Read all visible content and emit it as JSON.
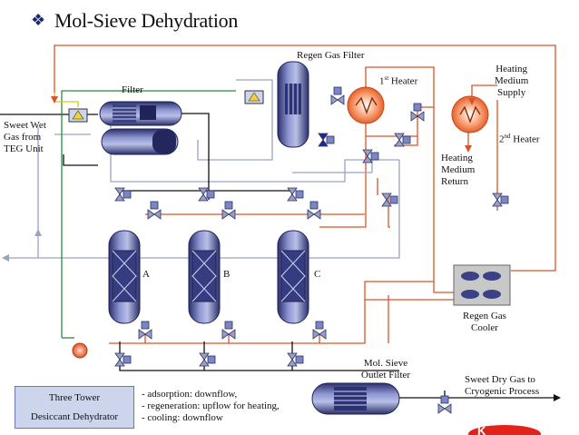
{
  "title": "Mol-Sieve Dehydration",
  "bullet": "❖",
  "labels": {
    "regen_gas_filter": "Regen Gas Filter",
    "filter": "Filter",
    "first_heater_num": "1",
    "first_heater_sup": "st",
    "first_heater_word": " Heater",
    "heating_medium_supply": [
      "Heating",
      "Medium",
      "Supply"
    ],
    "second_heater_num": "2",
    "second_heater_sup": "nd",
    "second_heater_word": " Heater",
    "heating_medium_return": [
      "Heating",
      "Medium",
      "Return"
    ],
    "sweet_wet_gas": [
      "Sweet Wet",
      "Gas from",
      "TEG Unit"
    ],
    "tower_a": "A",
    "tower_b": "B",
    "tower_c": "C",
    "regen_gas_cooler": [
      "Regen Gas",
      "Cooler"
    ],
    "outlet_filter": [
      "Mol. Sieve",
      "Outlet Filter"
    ],
    "sweet_dry_gas": [
      "Sweet Dry Gas to",
      "Cryogenic Process"
    ]
  },
  "legend_box": [
    "Three Tower",
    "Desiccant Dehydrator"
  ],
  "notes": [
    "- adsorption: downflow,",
    "- regeneration: upflow for heating,",
    "- cooling: downflow"
  ],
  "logo_text": "K",
  "colors": {
    "red_line": "#d9542b",
    "gray_line": "#9aa2c2",
    "black_line": "#111111",
    "green_line": "#2e8b3e",
    "vessel_dark": "#2b2f6b",
    "vessel_mid": "#7c86c2",
    "heater_orange": "#f07a3a",
    "legend_fill": "#cdd5ec"
  }
}
